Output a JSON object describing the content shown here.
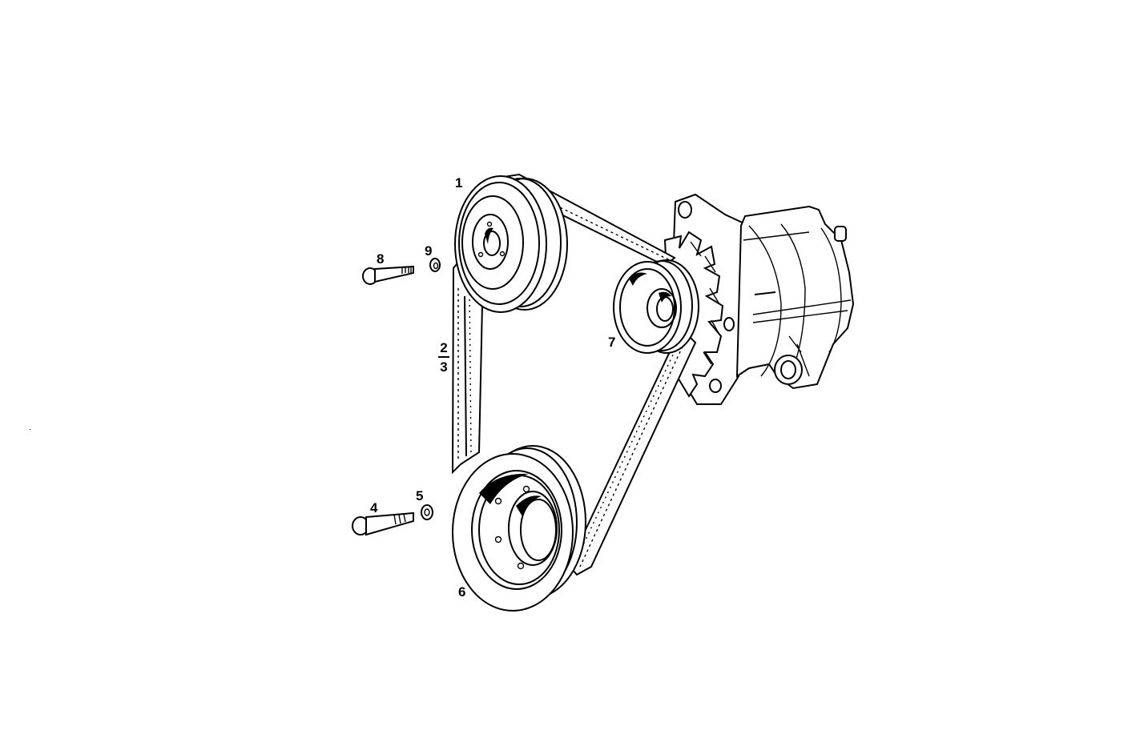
{
  "diagram": {
    "title": "",
    "type": "exploded parts view - belt drive with alternator",
    "background": "#ffffff",
    "line_color": "#000000",
    "callouts": [
      {
        "id": "1",
        "label": "1",
        "part": "upper pulley"
      },
      {
        "id": "2",
        "label": "2",
        "part": "v-belt"
      },
      {
        "id": "3",
        "label": "3",
        "part": "v-belt"
      },
      {
        "id": "4",
        "label": "4",
        "part": "hex bolt (long)"
      },
      {
        "id": "5",
        "label": "5",
        "part": "washer"
      },
      {
        "id": "6",
        "label": "6",
        "part": "crankshaft pulley"
      },
      {
        "id": "7",
        "label": "7",
        "part": "alternator pulley"
      },
      {
        "id": "8",
        "label": "8",
        "part": "hex bolt"
      },
      {
        "id": "9",
        "label": "9",
        "part": "washer"
      }
    ],
    "fraction_label": {
      "numerator": "2",
      "denominator": "3"
    }
  }
}
